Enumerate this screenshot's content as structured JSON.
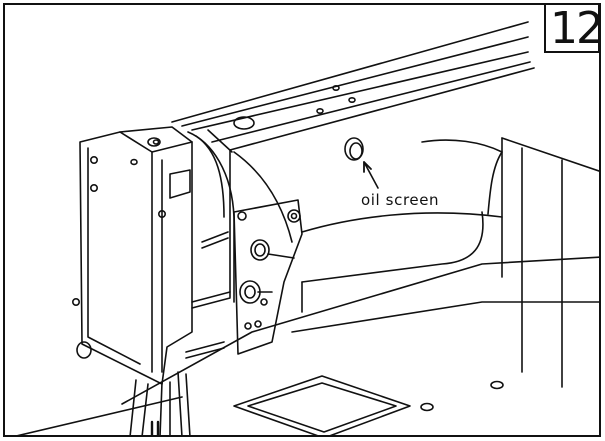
{
  "figure": {
    "number": "12",
    "callout": "oil screen"
  },
  "icons": {
    "diagram": "sewing-machine-head-line-art",
    "arrow": "leader-arrow"
  }
}
